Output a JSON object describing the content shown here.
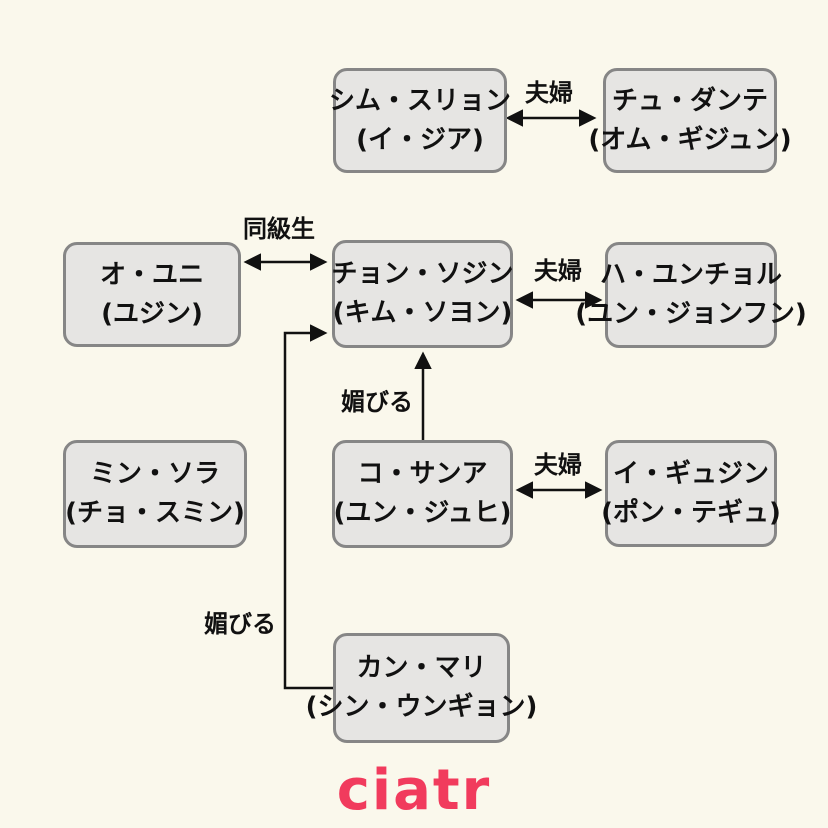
{
  "diagram": {
    "title_hint": "character-relationship-chart",
    "nodes": [
      {
        "name": "シム・スリョン",
        "actor": "(イ・ジア)"
      },
      {
        "name": "チュ・ダンテ",
        "actor": "(オム・ギジュン)"
      },
      {
        "name": "オ・ユニ",
        "actor": "(ユジン)"
      },
      {
        "name": "チョン・ソジン",
        "actor": "(キム・ソヨン)"
      },
      {
        "name": "ハ・ユンチョル",
        "actor": "(ユン・ジョンフン)"
      },
      {
        "name": "ミン・ソラ",
        "actor": "(チョ・スミン)"
      },
      {
        "name": "コ・サンア",
        "actor": "(ユン・ジュヒ)"
      },
      {
        "name": "イ・ギュジン",
        "actor": "(ポン・テギュ)"
      },
      {
        "name": "カン・マリ",
        "actor": "(シン・ウンギョン)"
      }
    ],
    "edges": [
      {
        "from": "シム・スリョン",
        "to": "チュ・ダンテ",
        "label": "夫婦",
        "type": "mutual"
      },
      {
        "from": "オ・ユニ",
        "to": "チョン・ソジン",
        "label": "同級生",
        "type": "mutual"
      },
      {
        "from": "チョン・ソジン",
        "to": "ハ・ユンチョル",
        "label": "夫婦",
        "type": "mutual"
      },
      {
        "from": "コ・サンア",
        "to": "イ・ギュジン",
        "label": "夫婦",
        "type": "mutual"
      },
      {
        "from": "コ・サンア",
        "to": "チョン・ソジン",
        "label": "媚びる",
        "type": "directed"
      },
      {
        "from": "カン・マリ",
        "to": "チョン・ソジン",
        "label": "媚びる",
        "type": "directed"
      }
    ],
    "logo": "ciatr"
  },
  "colors": {
    "background": "#faf8ec",
    "box_fill": "#e6e5e3",
    "box_border": "#868686",
    "arrow": "#111111",
    "logo": "#f13b5d"
  }
}
